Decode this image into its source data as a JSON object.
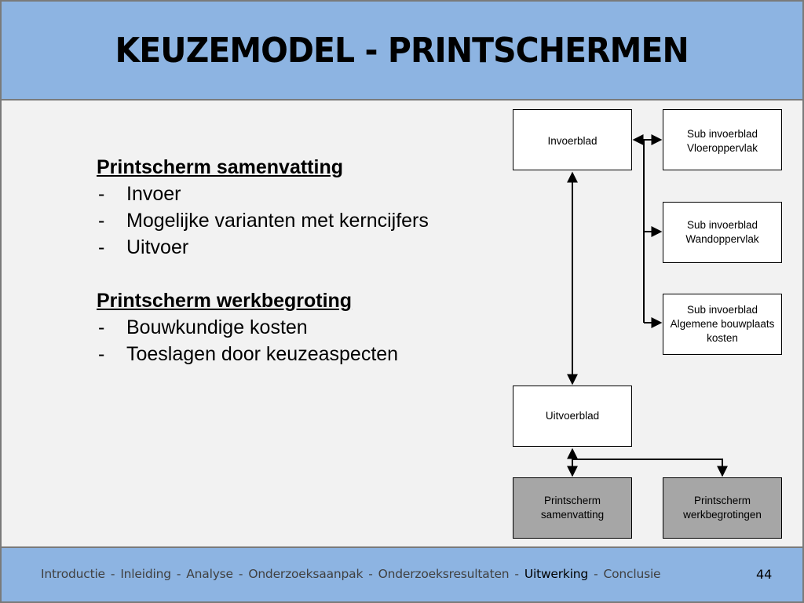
{
  "header": {
    "title": "KEUZEMODEL - PRINTSCHERMEN"
  },
  "content": {
    "section1": {
      "title": "Printscherm samenvatting",
      "items": [
        "Invoer",
        "Mogelijke varianten met kerncijfers",
        "Uitvoer"
      ]
    },
    "section2": {
      "title": "Printscherm werkbegroting",
      "items": [
        "Bouwkundige kosten",
        "Toeslagen door keuzeaspecten"
      ]
    },
    "bullet_char": "-"
  },
  "diagram": {
    "invoerblad": "Invoerblad",
    "sub_vloer": [
      "Sub invoerblad",
      "Vloeroppervlak"
    ],
    "sub_wand": [
      "Sub invoerblad",
      "Wandoppervlak"
    ],
    "sub_algemeen": [
      "Sub invoerblad",
      "Algemene bouwplaats",
      "kosten"
    ],
    "uitvoerblad": "Uitvoerblad",
    "print_samenvatting": [
      "Printscherm",
      "samenvatting"
    ],
    "print_werkbegrotingen": [
      "Printscherm",
      "werkbegrotingen"
    ]
  },
  "footer": {
    "nav": [
      "Introductie",
      "Inleiding",
      "Analyse",
      "Onderzoeksaanpak",
      "Onderzoeksresultaten",
      "Uitwerking",
      "Conclusie"
    ],
    "separator": "-",
    "active": "Uitwerking",
    "page_number": "44"
  }
}
